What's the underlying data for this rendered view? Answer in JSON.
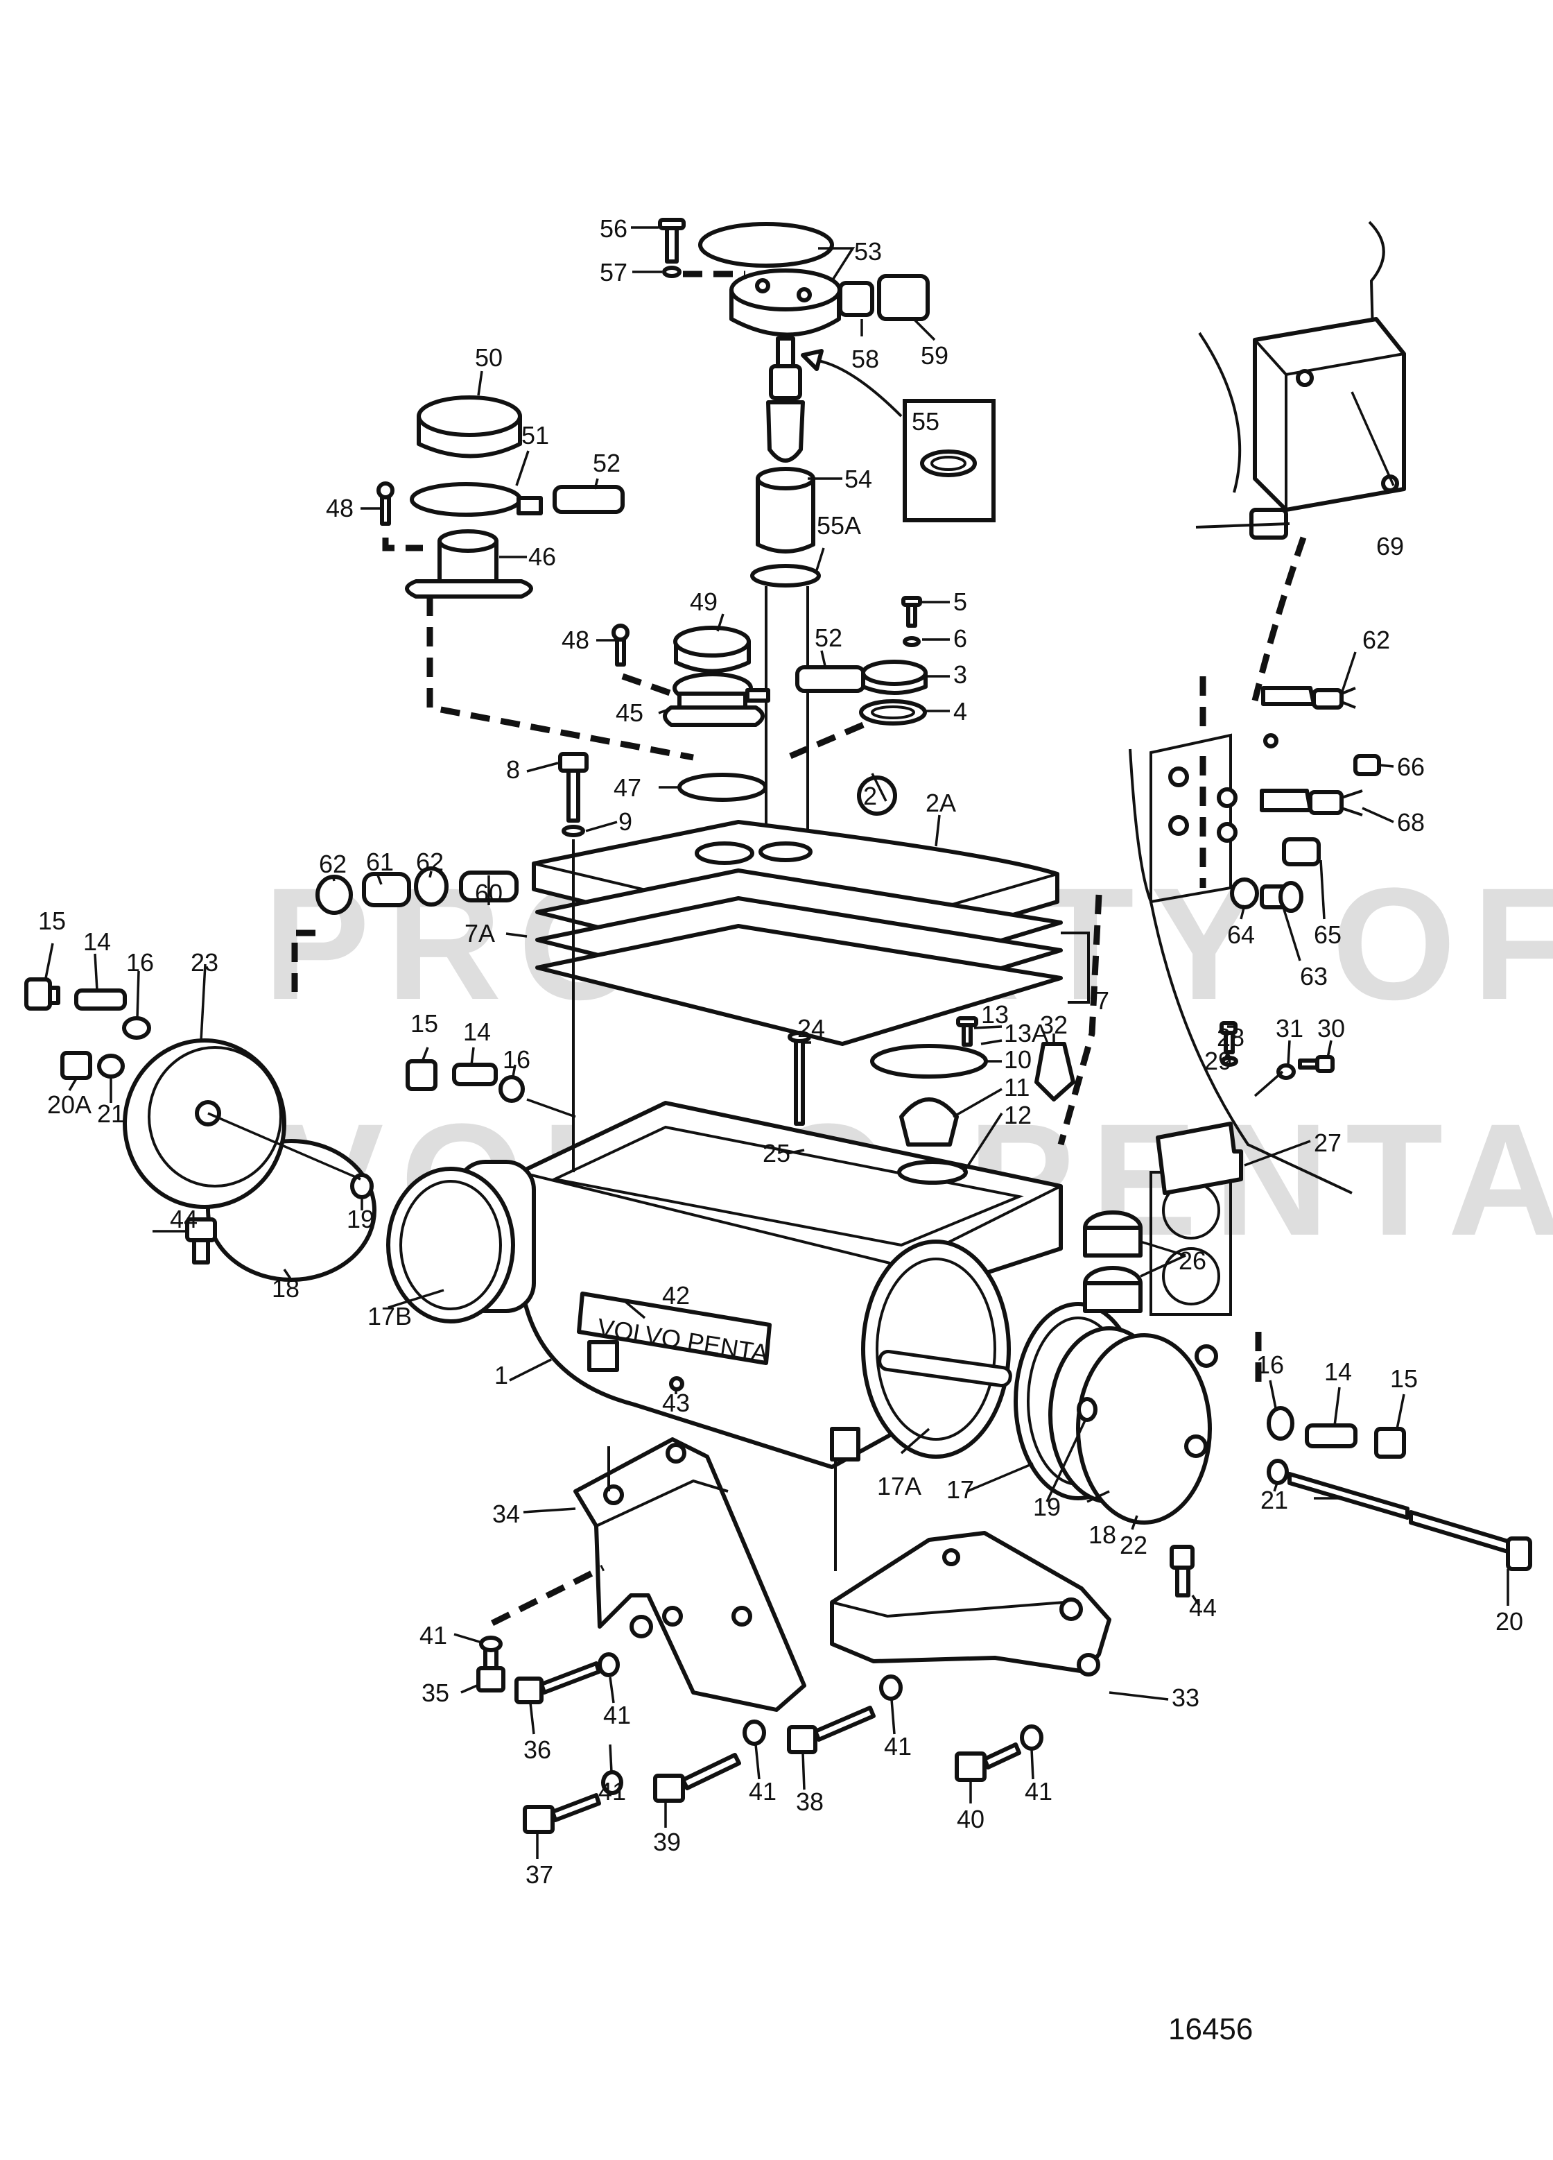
{
  "drawing_number": "16456",
  "callouts": [
    {
      "id": "c1",
      "text": "1"
    },
    {
      "id": "c2",
      "text": "2"
    },
    {
      "id": "c2a",
      "text": "2A"
    },
    {
      "id": "c3",
      "text": "3"
    },
    {
      "id": "c4",
      "text": "4"
    },
    {
      "id": "c5",
      "text": "5"
    },
    {
      "id": "c6",
      "text": "6"
    },
    {
      "id": "c7",
      "text": "7"
    },
    {
      "id": "c7a",
      "text": "7A"
    },
    {
      "id": "c8",
      "text": "8"
    },
    {
      "id": "c9",
      "text": "9"
    },
    {
      "id": "c10",
      "text": "10"
    },
    {
      "id": "c11",
      "text": "11"
    },
    {
      "id": "c12",
      "text": "12"
    },
    {
      "id": "c13",
      "text": "13"
    },
    {
      "id": "c13a",
      "text": "13A"
    },
    {
      "id": "c14a",
      "text": "14"
    },
    {
      "id": "c14b",
      "text": "14"
    },
    {
      "id": "c14c",
      "text": "14"
    },
    {
      "id": "c15a",
      "text": "15"
    },
    {
      "id": "c15b",
      "text": "15"
    },
    {
      "id": "c15c",
      "text": "15"
    },
    {
      "id": "c16a",
      "text": "16"
    },
    {
      "id": "c16b",
      "text": "16"
    },
    {
      "id": "c16c",
      "text": "16"
    },
    {
      "id": "c17",
      "text": "17"
    },
    {
      "id": "c17a",
      "text": "17A"
    },
    {
      "id": "c17b",
      "text": "17B"
    },
    {
      "id": "c18a",
      "text": "18"
    },
    {
      "id": "c18b",
      "text": "18"
    },
    {
      "id": "c19a",
      "text": "19"
    },
    {
      "id": "c19b",
      "text": "19"
    },
    {
      "id": "c20",
      "text": "20"
    },
    {
      "id": "c20a",
      "text": "20A"
    },
    {
      "id": "c21a",
      "text": "21"
    },
    {
      "id": "c21b",
      "text": "21"
    },
    {
      "id": "c22",
      "text": "22"
    },
    {
      "id": "c23",
      "text": "23"
    },
    {
      "id": "c24",
      "text": "24"
    },
    {
      "id": "c25",
      "text": "25"
    },
    {
      "id": "c26",
      "text": "26"
    },
    {
      "id": "c27",
      "text": "27"
    },
    {
      "id": "c28",
      "text": "28"
    },
    {
      "id": "c29",
      "text": "29"
    },
    {
      "id": "c30",
      "text": "30"
    },
    {
      "id": "c31",
      "text": "31"
    },
    {
      "id": "c32",
      "text": "32"
    },
    {
      "id": "c33",
      "text": "33"
    },
    {
      "id": "c34",
      "text": "34"
    },
    {
      "id": "c35",
      "text": "35"
    },
    {
      "id": "c36",
      "text": "36"
    },
    {
      "id": "c37",
      "text": "37"
    },
    {
      "id": "c38",
      "text": "38"
    },
    {
      "id": "c39",
      "text": "39"
    },
    {
      "id": "c40",
      "text": "40"
    },
    {
      "id": "c41a",
      "text": "41"
    },
    {
      "id": "c41b",
      "text": "41"
    },
    {
      "id": "c41c",
      "text": "41"
    },
    {
      "id": "c41d",
      "text": "41"
    },
    {
      "id": "c41e",
      "text": "41"
    },
    {
      "id": "c41f",
      "text": "41"
    },
    {
      "id": "c42",
      "text": "42"
    },
    {
      "id": "c43",
      "text": "43"
    },
    {
      "id": "c44a",
      "text": "44"
    },
    {
      "id": "c44b",
      "text": "44"
    },
    {
      "id": "c45",
      "text": "45"
    },
    {
      "id": "c46",
      "text": "46"
    },
    {
      "id": "c47",
      "text": "47"
    },
    {
      "id": "c48a",
      "text": "48"
    },
    {
      "id": "c48b",
      "text": "48"
    },
    {
      "id": "c49",
      "text": "49"
    },
    {
      "id": "c50",
      "text": "50"
    },
    {
      "id": "c51",
      "text": "51"
    },
    {
      "id": "c52a",
      "text": "52"
    },
    {
      "id": "c52b",
      "text": "52"
    },
    {
      "id": "c53",
      "text": "53"
    },
    {
      "id": "c54",
      "text": "54"
    },
    {
      "id": "c55",
      "text": "55"
    },
    {
      "id": "c55a",
      "text": "55A"
    },
    {
      "id": "c56",
      "text": "56"
    },
    {
      "id": "c57",
      "text": "57"
    },
    {
      "id": "c58",
      "text": "58"
    },
    {
      "id": "c59",
      "text": "59"
    },
    {
      "id": "c60",
      "text": "60"
    },
    {
      "id": "c61",
      "text": "61"
    },
    {
      "id": "c62a",
      "text": "62"
    },
    {
      "id": "c62b",
      "text": "62"
    },
    {
      "id": "c62c",
      "text": "62"
    },
    {
      "id": "c63",
      "text": "63"
    },
    {
      "id": "c64",
      "text": "64"
    },
    {
      "id": "c65",
      "text": "65"
    },
    {
      "id": "c66",
      "text": "66"
    },
    {
      "id": "c68",
      "text": "68"
    },
    {
      "id": "c69",
      "text": "69"
    }
  ],
  "nameplate_text": "VOLVO PENTA",
  "watermark": {
    "line1": "PROPERTY OF",
    "line2": "VOLVO PENTA"
  }
}
